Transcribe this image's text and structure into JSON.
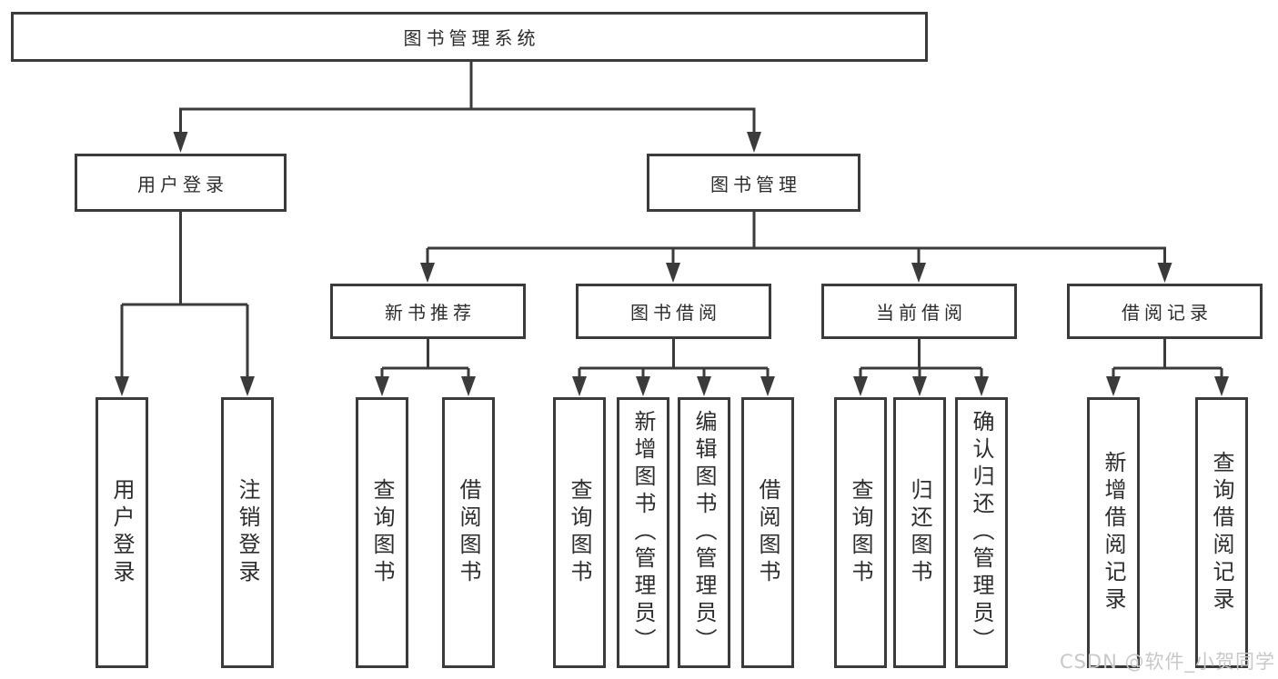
{
  "diagram": {
    "root": {
      "label": "图书管理系统"
    },
    "level2": [
      {
        "label": "用户登录"
      },
      {
        "label": "图书管理"
      }
    ],
    "sections": [
      {
        "label": "新书推荐"
      },
      {
        "label": "图书借阅"
      },
      {
        "label": "当前借阅"
      },
      {
        "label": "借阅记录"
      }
    ],
    "user_children": [
      {
        "label": "用户登录"
      },
      {
        "label": "注销登录"
      }
    ],
    "rec_children": [
      {
        "label": "查询图书"
      },
      {
        "label": "借阅图书"
      }
    ],
    "borrow_children": [
      {
        "label": "查询图书"
      },
      {
        "label": "新增图书（管理员）"
      },
      {
        "label": "编辑图书（管理员）"
      },
      {
        "label": "借阅图书"
      }
    ],
    "current_children": [
      {
        "label": "查询图书"
      },
      {
        "label": "归还图书"
      },
      {
        "label": "确认归还（管理员）"
      }
    ],
    "records_children": [
      {
        "label": "新增借阅记录"
      },
      {
        "label": "查询借阅记录"
      }
    ]
  },
  "watermark": {
    "text": "CSDN @软件_小贺同学"
  },
  "colors": {
    "line": "#3b3b3b",
    "text": "#2d2d2d",
    "box_background": "#ffffff",
    "page_background": "#ffffff",
    "watermark": "#c8c8c8"
  }
}
